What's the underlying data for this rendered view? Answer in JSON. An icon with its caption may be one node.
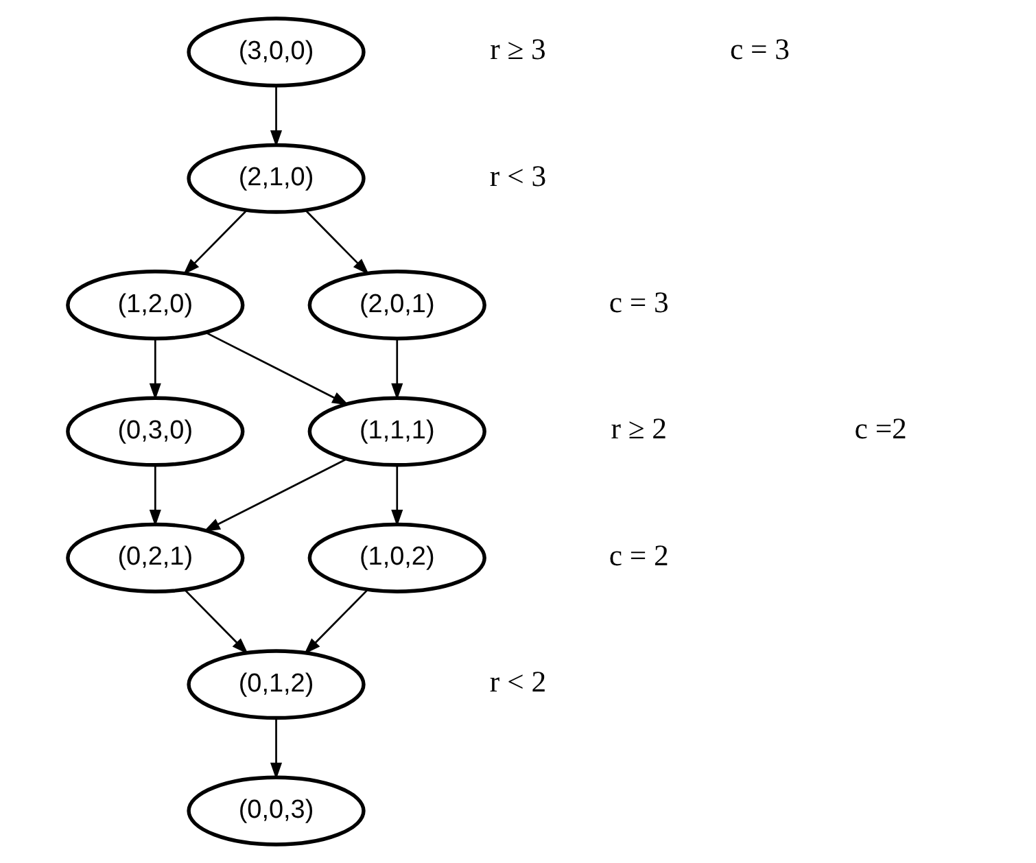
{
  "diagram": {
    "nodes": [
      {
        "text": [
          "(3,0,0)"
        ]
      },
      {
        "text": [
          "(2,1,0)"
        ]
      },
      {
        "text": [
          "(1,2,0)"
        ]
      },
      {
        "text": [
          "(2,0,1)"
        ]
      },
      {
        "text": [
          "(0,3,0)"
        ]
      },
      {
        "text": [
          "(1,1,1)"
        ]
      },
      {
        "text": [
          "(0,2,1)"
        ]
      },
      {
        "text": [
          "(1,0,2)"
        ]
      },
      {
        "text": [
          "(0,1,2)"
        ]
      },
      {
        "text": [
          "(0,0,3)"
        ]
      }
    ],
    "edges": [
      {
        "from": 0,
        "to": 1,
        "arrow": "to"
      },
      {
        "from": 1,
        "to": 2,
        "arrow": "to"
      },
      {
        "from": 1,
        "to": 3,
        "arrow": "to"
      },
      {
        "from": 2,
        "to": 4,
        "arrow": "to"
      },
      {
        "from": 2,
        "to": 5,
        "arrow": "to"
      },
      {
        "from": 3,
        "to": 5,
        "arrow": "to"
      },
      {
        "from": 4,
        "to": 6,
        "arrow": "to"
      },
      {
        "from": 5,
        "to": 6,
        "arrow": "to"
      },
      {
        "from": 5,
        "to": 7,
        "arrow": "to"
      },
      {
        "from": 6,
        "to": 8,
        "arrow": "to"
      },
      {
        "from": 7,
        "to": 8,
        "arrow": "to"
      },
      {
        "from": 8,
        "to": 9,
        "arrow": "to"
      }
    ],
    "labels": [
      "r ≥ 3",
      "c = 3",
      "r < 3",
      "c = 3",
      "r ≥ 2",
      "c =2",
      "c = 2",
      "r < 2"
    ]
  }
}
